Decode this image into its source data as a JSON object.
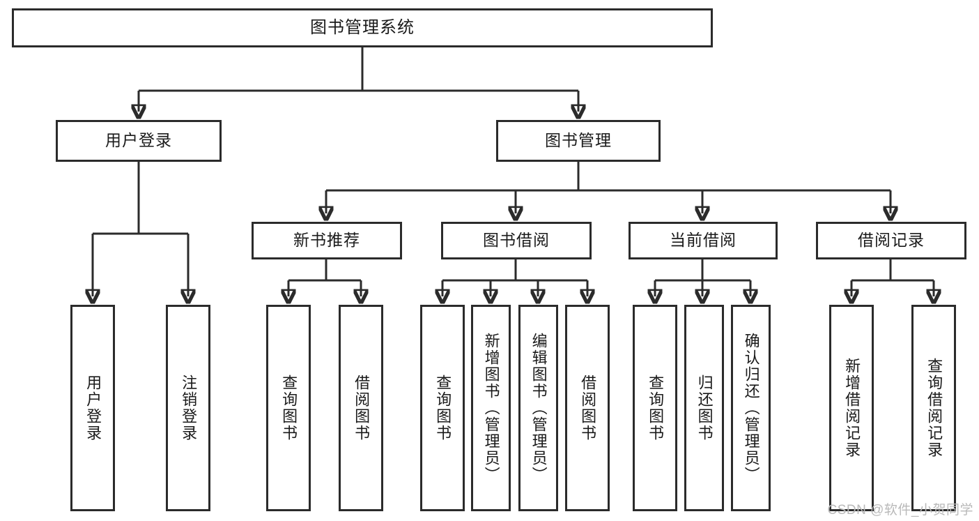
{
  "diagram": {
    "title": "图书管理系统",
    "type": "tree-hierarchy-diagram",
    "colors": {
      "stroke": "#2b2b2b",
      "fill": "#ffffff",
      "text": "#1a1a1a",
      "watermark": "#b9b9b9"
    },
    "root": {
      "label": "图书管理系统"
    },
    "level2": [
      {
        "label": "用户登录"
      },
      {
        "label": "图书管理"
      }
    ],
    "level3": [
      {
        "label": "新书推荐"
      },
      {
        "label": "图书借阅"
      },
      {
        "label": "当前借阅"
      },
      {
        "label": "借阅记录"
      }
    ],
    "leaves": {
      "user_login": [
        {
          "label": "用户登录"
        },
        {
          "label": "注销登录"
        }
      ],
      "new_book_recommend": [
        {
          "label": "查询图书"
        },
        {
          "label": "借阅图书"
        }
      ],
      "book_borrow": [
        {
          "label": "查询图书"
        },
        {
          "label": "新增图书（管理员）"
        },
        {
          "label": "编辑图书（管理员）"
        },
        {
          "label": "借阅图书"
        }
      ],
      "current_borrow": [
        {
          "label": "查询图书"
        },
        {
          "label": "归还图书"
        },
        {
          "label": "确认归还（管理员）"
        }
      ],
      "borrow_records": [
        {
          "label": "新增借阅记录"
        },
        {
          "label": "查询借阅记录"
        }
      ]
    }
  },
  "watermark": {
    "text": "CSDN @软件_小贺同学"
  }
}
